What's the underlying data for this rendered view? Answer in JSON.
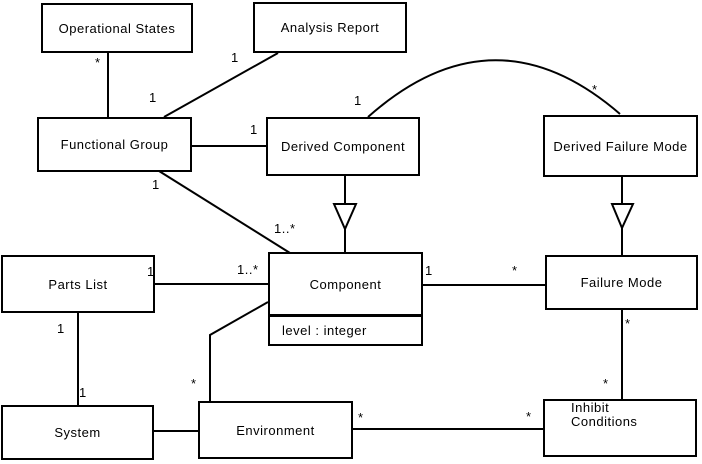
{
  "diagram": {
    "kind": "uml-class-diagram",
    "classes": {
      "operational_states": {
        "name": "Operational States"
      },
      "analysis_report": {
        "name": "Analysis Report"
      },
      "functional_group": {
        "name": "Functional Group"
      },
      "derived_component": {
        "name": "Derived Component"
      },
      "derived_failure_mode": {
        "name": "Derived Failure Mode"
      },
      "parts_list": {
        "name": "Parts List"
      },
      "component": {
        "name": "Component",
        "attributes": [
          "level : integer"
        ]
      },
      "failure_mode": {
        "name": "Failure Mode"
      },
      "system": {
        "name": "System"
      },
      "environment": {
        "name": "Environment"
      },
      "inhibit_conditions": {
        "name": "Inhibit Conditions"
      }
    },
    "multiplicities": {
      "opstates_end": "*",
      "fg_analysisreport_end": "1",
      "analysisreport_end": "1",
      "derivedcomponent_fg_end": "1",
      "fg_component_end": "1",
      "component_fg_end": "1..*",
      "derivedcomponent_arc_end": "1",
      "derivedfailuremode_arc_end": "*",
      "partslist_component_end": "1",
      "component_partslist_end": "1..*",
      "component_failuremode_end": "1",
      "failuremode_component_end": "*",
      "partslist_system_end": "1",
      "system_partslist_end": "1",
      "environment_component_end": "*",
      "failuremode_inhibit_end": "*",
      "inhibit_failuremode_end": "*",
      "environment_inhibit_end": "*",
      "inhibit_environment_end": "*"
    },
    "relationships": [
      {
        "type": "association",
        "from": "Operational States",
        "to": "Functional Group",
        "from_mult": "*"
      },
      {
        "type": "association",
        "from": "Analysis Report",
        "to": "Functional Group",
        "from_mult": "1",
        "to_mult": "1"
      },
      {
        "type": "association",
        "from": "Functional Group",
        "to": "Derived Component",
        "to_mult": "1"
      },
      {
        "type": "association",
        "from": "Functional Group",
        "to": "Component",
        "from_mult": "1",
        "to_mult": "1..*"
      },
      {
        "type": "association",
        "from": "Derived Component",
        "to": "Derived Failure Mode",
        "from_mult": "1",
        "to_mult": "*"
      },
      {
        "type": "generalization",
        "from": "Derived Component",
        "to": "Component"
      },
      {
        "type": "generalization",
        "from": "Derived Failure Mode",
        "to": "Failure Mode"
      },
      {
        "type": "association",
        "from": "Parts List",
        "to": "Component",
        "from_mult": "1",
        "to_mult": "1..*"
      },
      {
        "type": "association",
        "from": "Parts List",
        "to": "System",
        "from_mult": "1",
        "to_mult": "1"
      },
      {
        "type": "association",
        "from": "Component",
        "to": "Failure Mode",
        "from_mult": "1",
        "to_mult": "*"
      },
      {
        "type": "association",
        "from": "Component",
        "to": "Environment",
        "to_mult": "*"
      },
      {
        "type": "association",
        "from": "Failure Mode",
        "to": "Inhibit Conditions",
        "from_mult": "*",
        "to_mult": "*"
      },
      {
        "type": "association",
        "from": "System",
        "to": "Environment"
      },
      {
        "type": "association",
        "from": "Environment",
        "to": "Inhibit Conditions",
        "from_mult": "*",
        "to_mult": "*"
      }
    ]
  }
}
